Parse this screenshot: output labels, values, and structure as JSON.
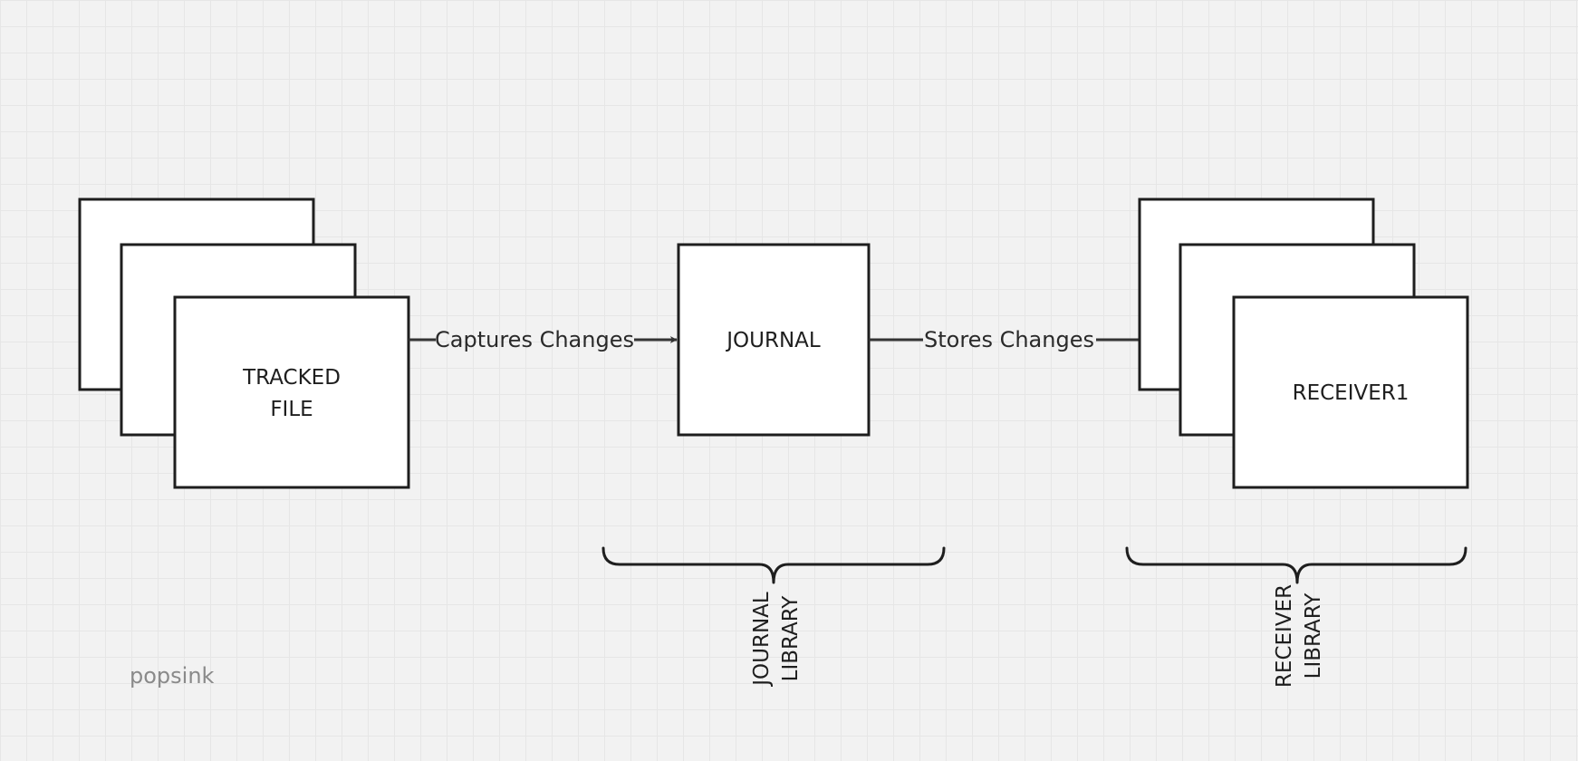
{
  "nodes": {
    "tracked_file": {
      "line1": "TRACKED",
      "line2": "FILE"
    },
    "journal": {
      "label": "JOURNAL"
    },
    "receiver": {
      "label": "RECEIVER1"
    }
  },
  "edges": {
    "capture": {
      "label": "Captures Changes"
    },
    "store": {
      "label": "Stores Changes"
    }
  },
  "groups": {
    "journal_library": {
      "line1": "JOURNAL",
      "line2": "LIBRARY"
    },
    "receiver_library": {
      "line1": "RECEIVER",
      "line2": "LIBRARY"
    }
  },
  "watermark": "popsink",
  "colors": {
    "canvas": "#f2f2f2",
    "grid": "#e6e6e6",
    "stroke": "#1e1e1e",
    "node_fill": "#ffffff",
    "watermark": "#8a8a8a"
  }
}
